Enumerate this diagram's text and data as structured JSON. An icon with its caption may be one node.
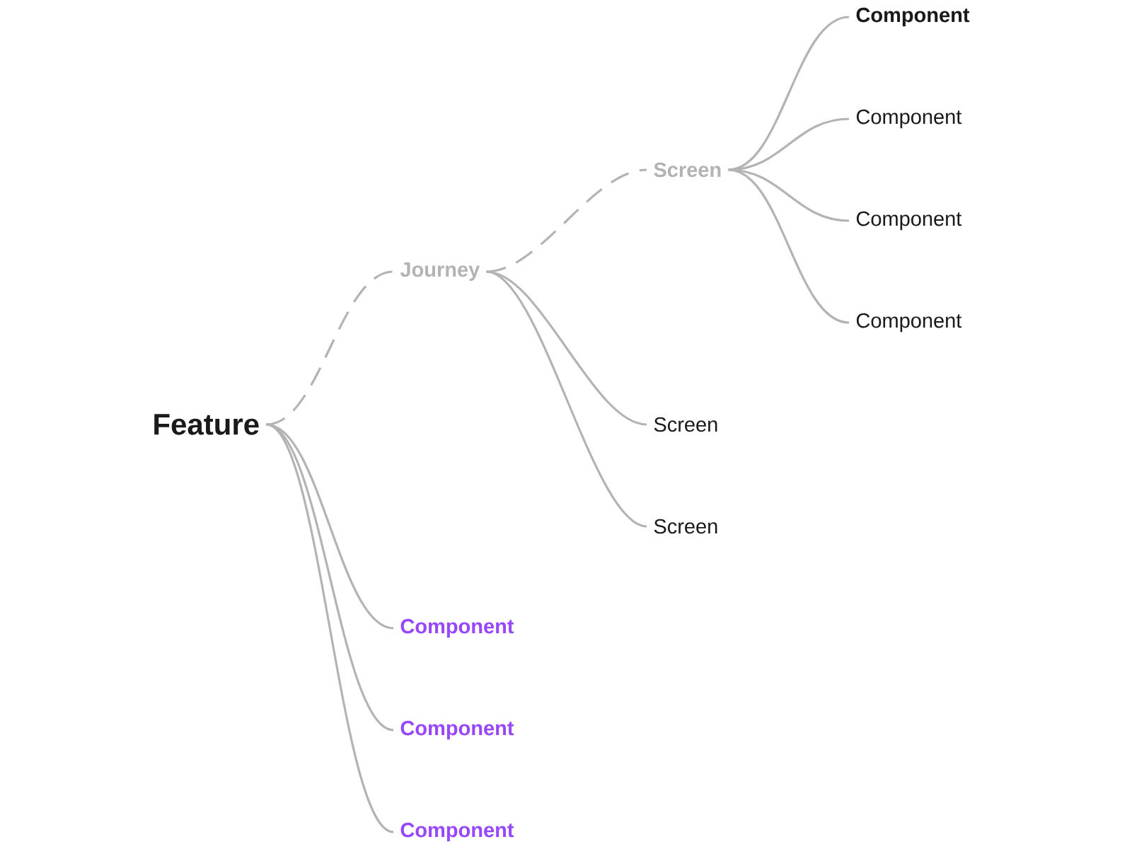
{
  "diagram": {
    "nodes": [
      {
        "text": [
          "Feature"
        ]
      },
      {
        "text": [
          "Journey"
        ]
      },
      {
        "text": [
          "Screen"
        ]
      },
      {
        "text": [
          "Component"
        ]
      },
      {
        "text": [
          "Component"
        ]
      },
      {
        "text": [
          "Component"
        ]
      },
      {
        "text": [
          "Component"
        ]
      },
      {
        "text": [
          "Screen"
        ]
      },
      {
        "text": [
          "Screen"
        ]
      },
      {
        "text": [
          "Component"
        ]
      },
      {
        "text": [
          "Component"
        ]
      },
      {
        "text": [
          "Component"
        ]
      }
    ],
    "edges": [
      {
        "from": 0,
        "to": 1,
        "arrow": "none",
        "style": "dashed"
      },
      {
        "from": 1,
        "to": 2,
        "arrow": "none",
        "style": "dashed"
      },
      {
        "from": 2,
        "to": 3,
        "arrow": "none"
      },
      {
        "from": 2,
        "to": 4,
        "arrow": "none"
      },
      {
        "from": 2,
        "to": 5,
        "arrow": "none"
      },
      {
        "from": 2,
        "to": 6,
        "arrow": "none"
      },
      {
        "from": 1,
        "to": 7,
        "arrow": "none"
      },
      {
        "from": 1,
        "to": 8,
        "arrow": "none"
      },
      {
        "from": 0,
        "to": 9,
        "arrow": "none"
      },
      {
        "from": 0,
        "to": 10,
        "arrow": "none"
      },
      {
        "from": 0,
        "to": 11,
        "arrow": "none"
      }
    ]
  }
}
